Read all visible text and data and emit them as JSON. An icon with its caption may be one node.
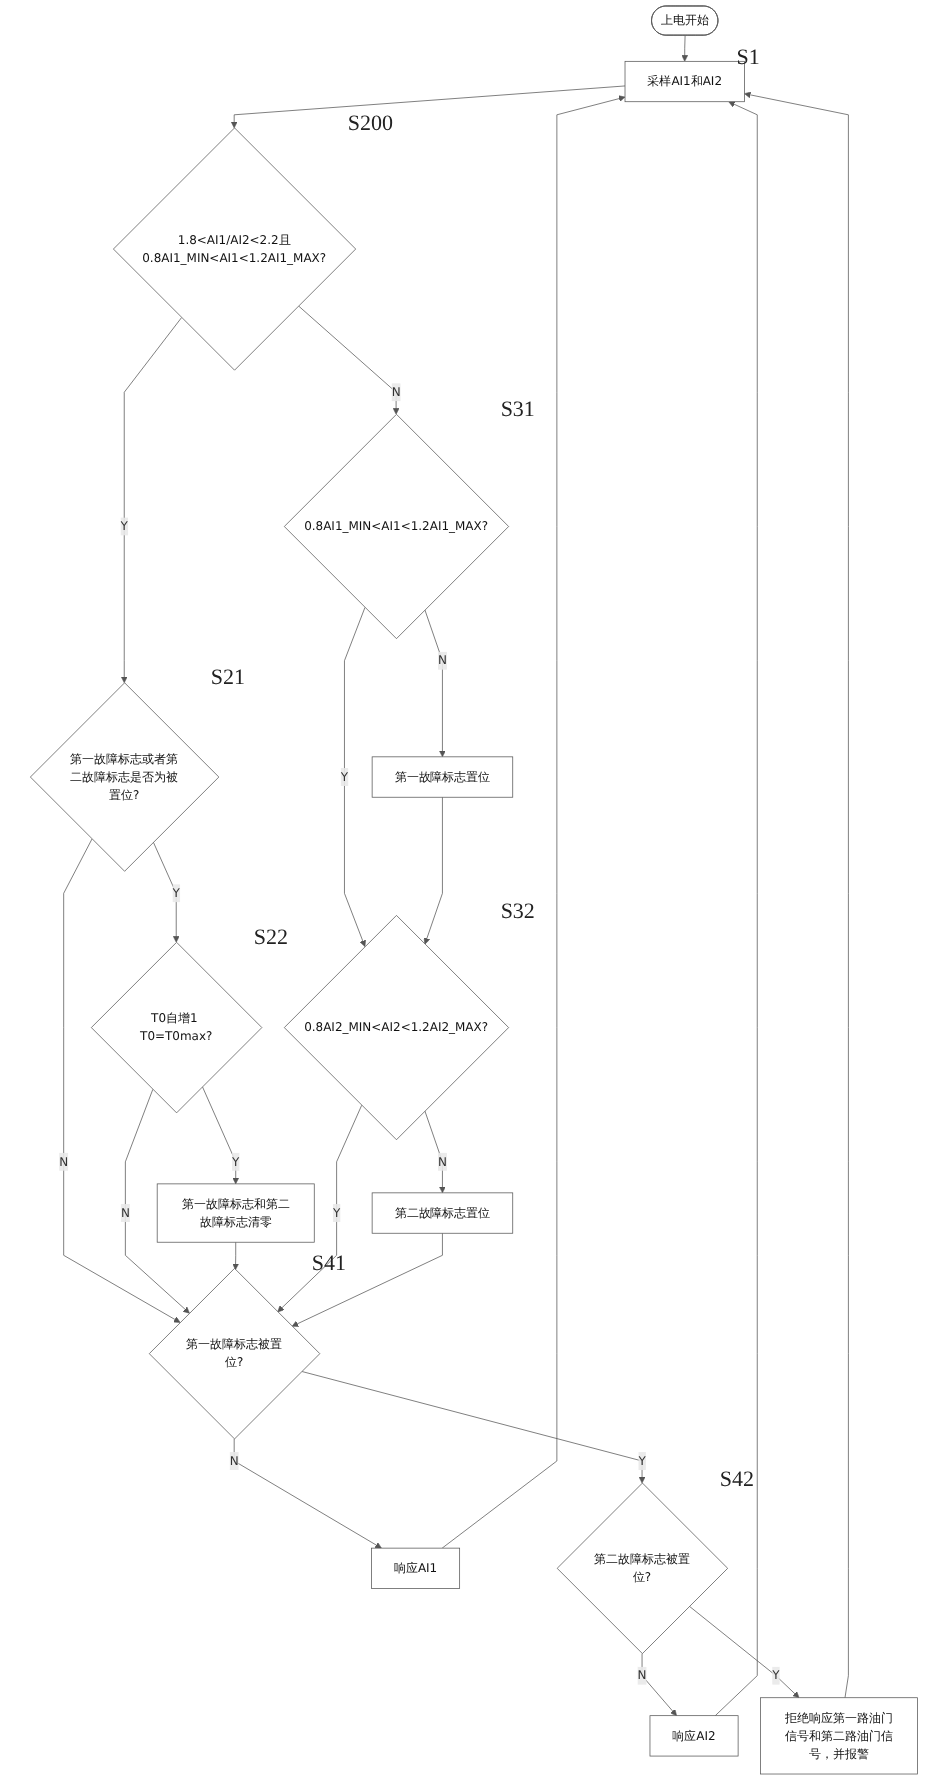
{
  "diagram": {
    "nodes": [
      {
        "text": [
          "上电开始"
        ]
      },
      {
        "text": [
          "采样AI1和AI2"
        ],
        "beside": [
          "S1"
        ]
      },
      {
        "text": [
          "1.8<AI1/AI2<2.2且0.8AI1_MIN<AI1<1.2AI1_MAX?"
        ],
        "beside": [
          "S200"
        ]
      },
      {
        "text": [
          "0.8AI1_MIN<AI1<1.2AI1_MAX?"
        ],
        "beside": [
          "S31"
        ]
      },
      {
        "text": [
          "第一故障标志置位"
        ]
      },
      {
        "text": [
          "第一故障标志或者第二故障标志是否为被置位?"
        ],
        "beside": [
          "S21"
        ]
      },
      {
        "text": [
          "T0自增1 T0=T0max?"
        ],
        "beside": [
          "S22"
        ]
      },
      {
        "text": [
          "第一故障标志和第二故障标志清零"
        ]
      },
      {
        "text": [
          "0.8AI2_MIN<AI2<1.2AI2_MAX?"
        ],
        "beside": [
          "S32"
        ]
      },
      {
        "text": [
          "第二故障标志置位"
        ]
      },
      {
        "text": [
          "第一故障标志被置位?"
        ],
        "beside": [
          "S41"
        ]
      },
      {
        "text": [
          "响应AI1"
        ]
      },
      {
        "text": [
          "第二故障标志被置位?"
        ],
        "beside": [
          "S42"
        ]
      },
      {
        "text": [
          "响应AI2"
        ]
      },
      {
        "text": [
          "拒绝响应第一路油门信号和第二路油门信号，并报警"
        ]
      }
    ],
    "edges": [
      {
        "from": 0,
        "to": 1,
        "arrow": "to"
      },
      {
        "from": 1,
        "to": 2,
        "arrow": "to"
      },
      {
        "from": 2,
        "to": 3,
        "label": "N",
        "arrow": "to"
      },
      {
        "from": 2,
        "to": 5,
        "label": "Y",
        "arrow": "to"
      },
      {
        "from": 3,
        "to": 4,
        "label": "N",
        "arrow": "to"
      },
      {
        "from": 3,
        "to": 8,
        "label": "Y",
        "arrow": "to"
      },
      {
        "from": 4,
        "to": 8,
        "arrow": "to"
      },
      {
        "from": 5,
        "to": 10,
        "label": "N",
        "arrow": "to"
      },
      {
        "from": 5,
        "to": 6,
        "label": "Y",
        "arrow": "to"
      },
      {
        "from": 6,
        "to": 10,
        "label": "N",
        "arrow": "to"
      },
      {
        "from": 6,
        "to": 7,
        "label": "Y",
        "arrow": "to"
      },
      {
        "from": 7,
        "to": 10,
        "arrow": "to"
      },
      {
        "from": 8,
        "to": 9,
        "label": "N",
        "arrow": "to"
      },
      {
        "from": 8,
        "to": 10,
        "label": "Y",
        "arrow": "to"
      },
      {
        "from": 9,
        "to": 10,
        "arrow": "to"
      },
      {
        "from": 10,
        "to": 11,
        "label": "N",
        "arrow": "to"
      },
      {
        "from": 10,
        "to": 12,
        "label": "Y",
        "arrow": "to"
      },
      {
        "from": 11,
        "to": 1,
        "arrow": "to"
      },
      {
        "from": 12,
        "to": 13,
        "label": "N",
        "arrow": "to"
      },
      {
        "from": 12,
        "to": 14,
        "label": "Y",
        "arrow": "to"
      },
      {
        "from": 13,
        "to": 1,
        "arrow": "to"
      },
      {
        "from": 14,
        "to": 1,
        "arrow": "to"
      }
    ]
  }
}
